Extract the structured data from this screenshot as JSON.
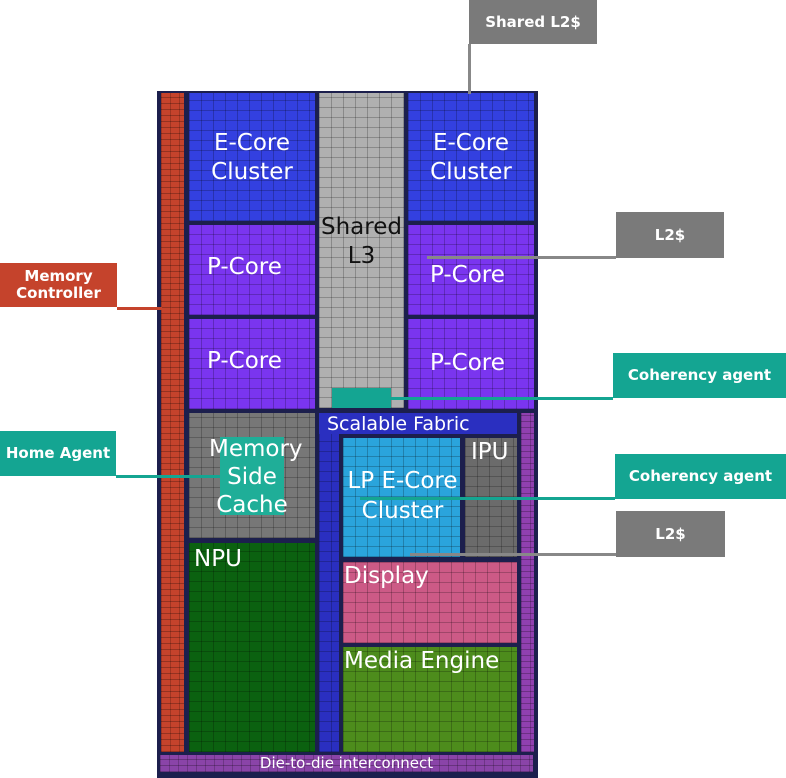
{
  "blocks": {
    "ecore_left": "E-Core Cluster",
    "ecore_right": "E-Core Cluster",
    "l3": "Shared L3",
    "pcore": "P-Core",
    "msc": "Memory Side Cache",
    "npu": "NPU",
    "fabric": "Scalable Fabric",
    "lpe": "LP E-Core Cluster",
    "ipu": "IPU",
    "display": "Display",
    "media": "Media Engine",
    "d2d": "Die-to-die interconnect"
  },
  "callouts": {
    "shared_l2": "Shared L2$",
    "l2_top": "L2$",
    "mem_ctrl": "Memory Controller",
    "coh1": "Coherency agent",
    "home": "Home Agent",
    "coh2": "Coherency agent",
    "l2_bottom": "L2$"
  },
  "colors": {
    "memory_controller": "#c5432c",
    "ecore": "#3340e0",
    "pcore": "#7a35ef",
    "l3": "#b0b0b0",
    "coherency": "#14a592",
    "npu": "#0b6110",
    "display": "#cc5a86",
    "media": "#4d8c1c",
    "lpe": "#2aa4dc",
    "fabric": "#2a2fc0",
    "callout_gray": "#7a7a7a"
  }
}
